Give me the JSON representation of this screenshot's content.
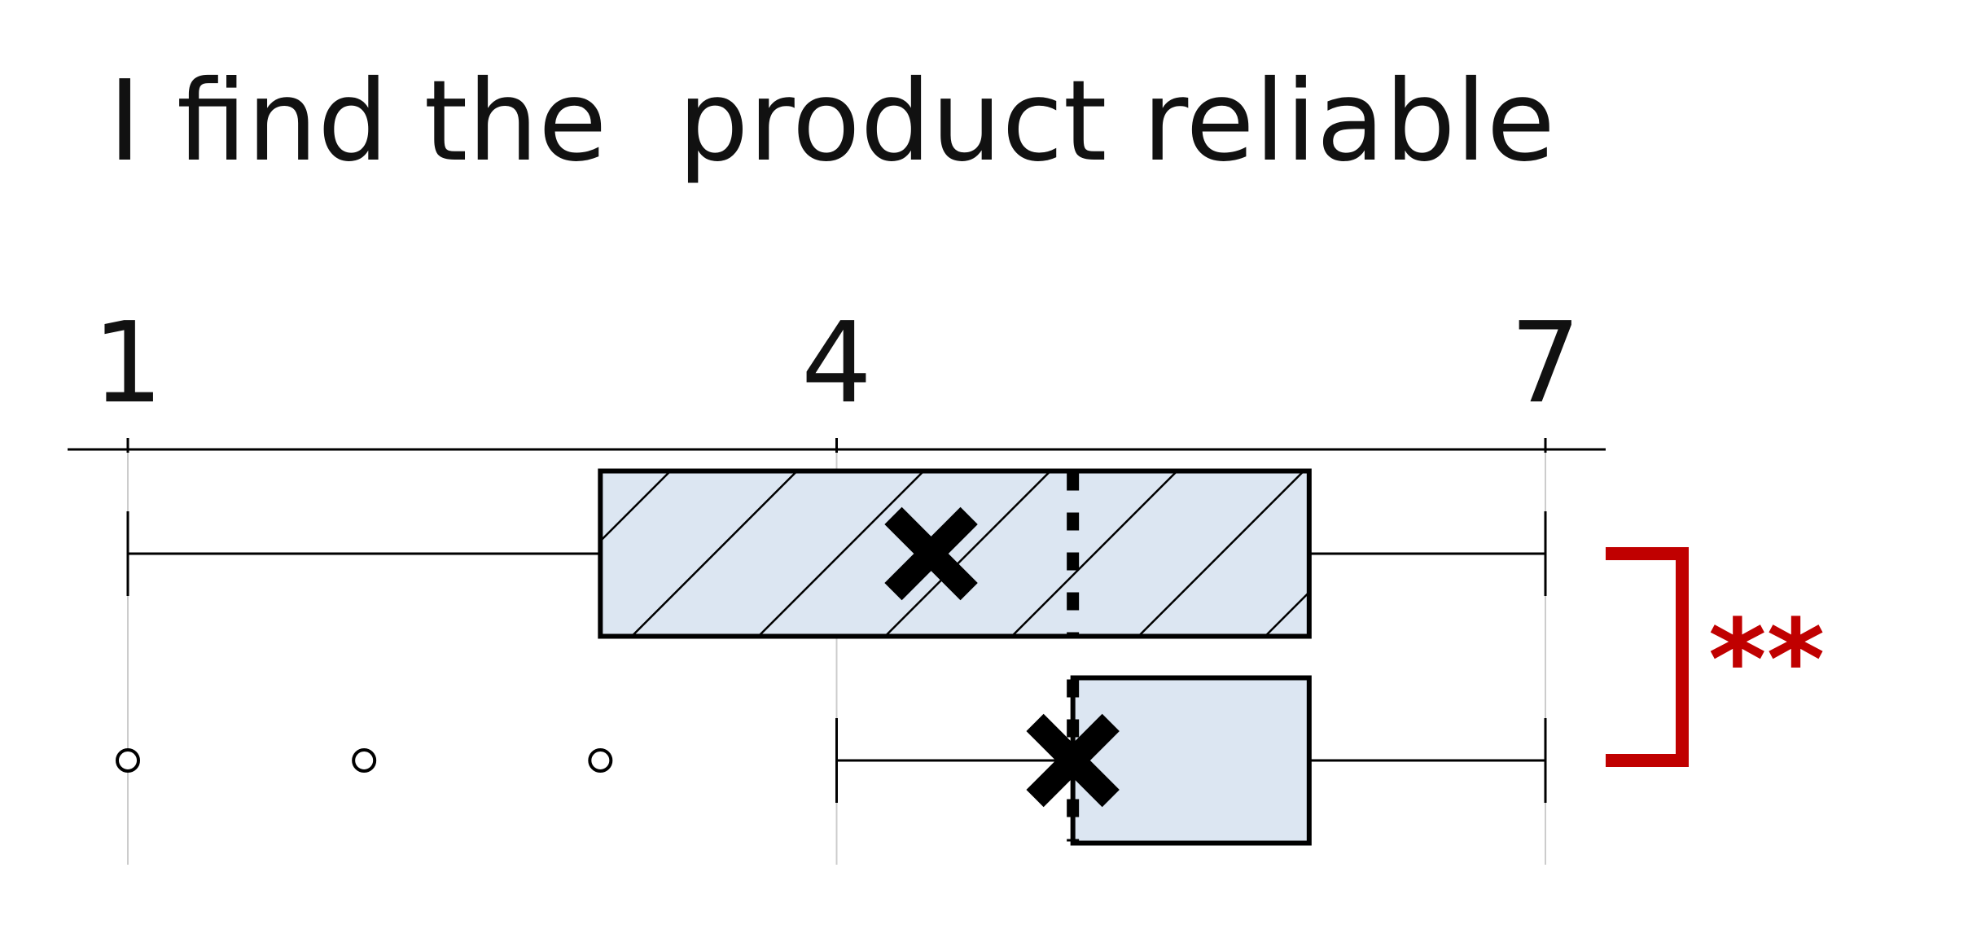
{
  "chart_data": {
    "type": "boxplot",
    "title": "I find the  product reliable",
    "xlim": [
      1,
      7
    ],
    "ticks": [
      1,
      4,
      7
    ],
    "tick_labels": [
      "1",
      "4",
      "7"
    ],
    "grid": true,
    "series": [
      {
        "fill": "#dce6f2",
        "pattern": "diagonal-hatch",
        "whisker_low": 1,
        "q1": 3,
        "median": 5,
        "q3": 6,
        "whisker_high": 7,
        "mean": 4.4,
        "outliers": []
      },
      {
        "fill": "#dce6f2",
        "pattern": "none",
        "whisker_low": 4,
        "q1": 5,
        "median": 5,
        "q3": 6,
        "whisker_high": 7,
        "mean": 5,
        "outliers": [
          1,
          2,
          3
        ]
      }
    ],
    "significance": {
      "label": "**",
      "color": "#c00000"
    }
  }
}
